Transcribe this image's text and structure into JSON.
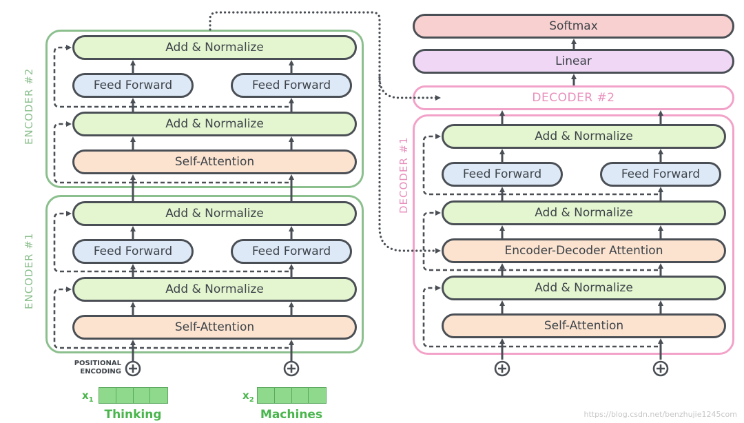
{
  "encoder1": {
    "label": "ENCODER #1",
    "add_norm_top": "Add & Normalize",
    "ff_left": "Feed Forward",
    "ff_right": "Feed Forward",
    "add_norm_bottom": "Add & Normalize",
    "self_attention": "Self-Attention"
  },
  "encoder2": {
    "label": "ENCODER #2",
    "add_norm_top": "Add & Normalize",
    "ff_left": "Feed Forward",
    "ff_right": "Feed Forward",
    "add_norm_bottom": "Add & Normalize",
    "self_attention": "Self-Attention"
  },
  "decoder1": {
    "label": "DECODER #1",
    "add_norm_top": "Add & Normalize",
    "ff_left": "Feed Forward",
    "ff_right": "Feed Forward",
    "add_norm_mid": "Add & Normalize",
    "enc_dec_attention": "Encoder-Decoder Attention",
    "add_norm_bottom": "Add & Normalize",
    "self_attention": "Self-Attention"
  },
  "decoder2": {
    "label": "DECODER #2"
  },
  "output": {
    "softmax": "Softmax",
    "linear": "Linear"
  },
  "inputs": {
    "positional_encoding": "POSITIONAL ENCODING",
    "x1_var": "x",
    "x1_sub": "1",
    "x2_var": "x",
    "x2_sub": "2",
    "word1": "Thinking",
    "word2": "Machines"
  },
  "colors": {
    "encoder_border": "#8bbf8d",
    "decoder_border": "#f2a2c8",
    "add_normalize": "#e4f6d0",
    "feed_forward": "#dde9f7",
    "attention": "#fbe3cf",
    "softmax": "#f8d0cf",
    "linear": "#efd7f5",
    "input_word": "#49b54c"
  },
  "watermark": "https://blog.csdn.net/benzhujie1245com"
}
